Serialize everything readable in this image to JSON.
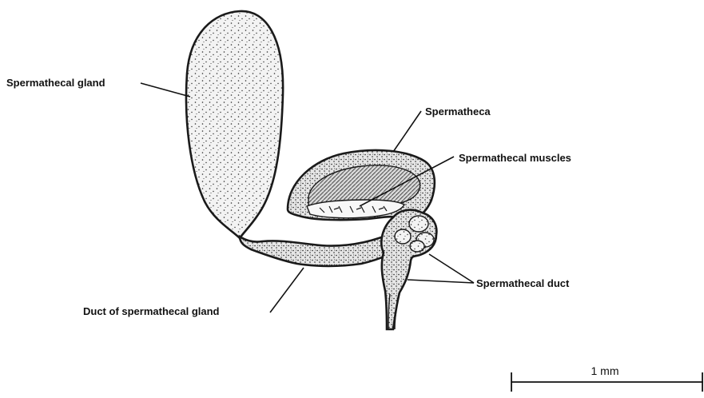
{
  "labels": {
    "spermathecal_gland": "Spermathecal gland",
    "spermatheca": "Spermatheca",
    "spermathecal_muscles": "Spermathecal muscles",
    "spermathecal_duct": "Spermathecal duct",
    "duct_of_spermathecal_gland": "Duct of spermathecal gland"
  },
  "scale_bar": {
    "label": "1 mm"
  },
  "colors": {
    "ink": "#111111",
    "tissue_fill": "#f1f1f1",
    "stipple": "#2a2a2a"
  }
}
